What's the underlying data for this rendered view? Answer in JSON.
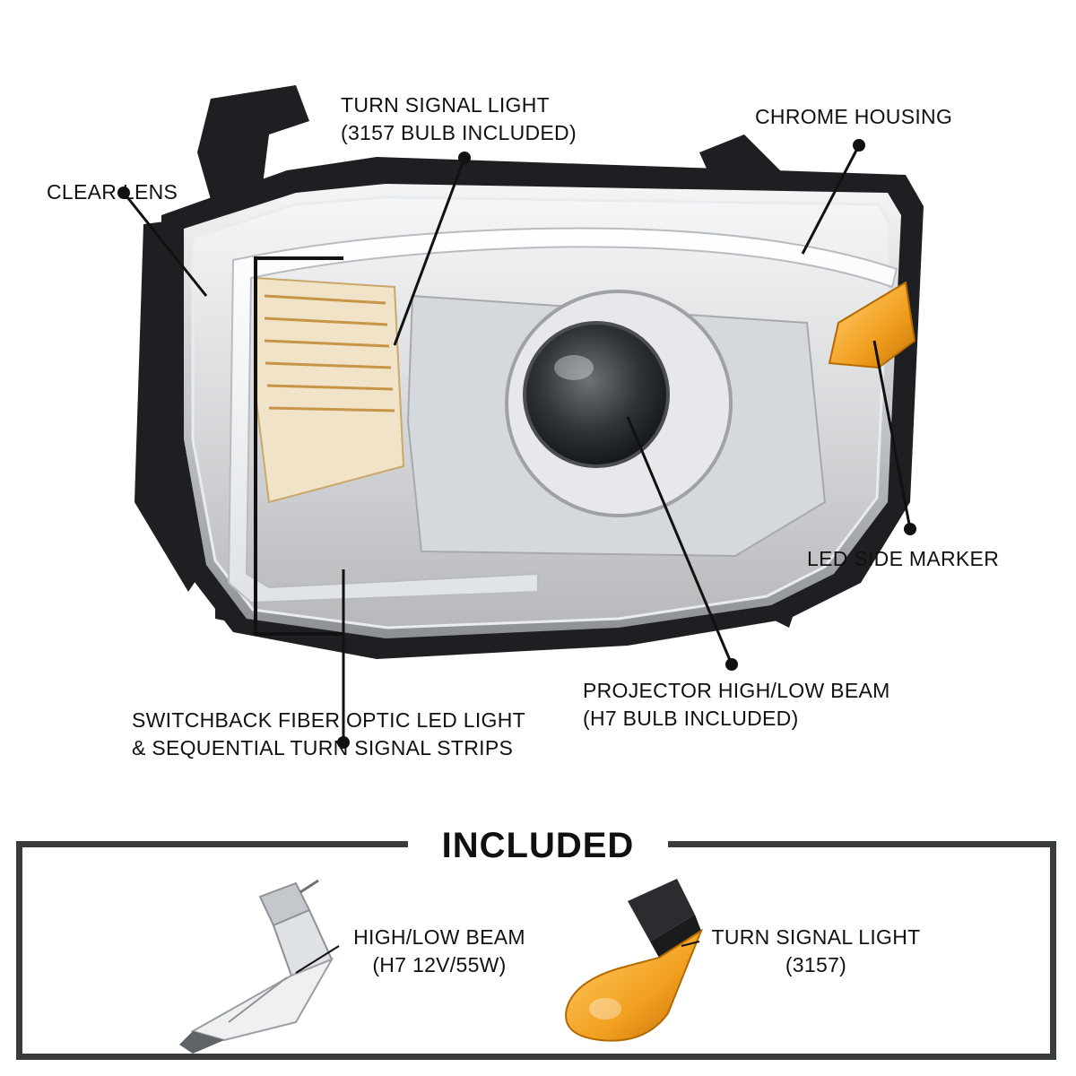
{
  "callouts": {
    "turn_signal": [
      "TURN SIGNAL LIGHT",
      "(3157 BULB INCLUDED)"
    ],
    "chrome_housing": [
      "CHROME HOUSING"
    ],
    "clear_lens": [
      "CLEAR LENS"
    ],
    "led_side_marker": [
      "LED SIDE MARKER"
    ],
    "projector": [
      "PROJECTOR HIGH/LOW BEAM",
      "(H7 BULB INCLUDED)"
    ],
    "switchback": [
      "SWITCHBACK FIBER OPTIC LED LIGHT",
      "& SEQUENTIAL TURN SIGNAL STRIPS"
    ]
  },
  "included": {
    "title": "INCLUDED",
    "items": [
      {
        "icon": "h7-halogen-bulb-icon",
        "lines": [
          "HIGH/LOW BEAM",
          "(H7 12V/55W)"
        ]
      },
      {
        "icon": "3157-amber-bulb-icon",
        "lines": [
          "TURN SIGNAL LIGHT",
          "(3157)"
        ]
      }
    ]
  },
  "colors": {
    "frame": "#3a3d40",
    "amber": "#f2a020",
    "chrome": "#c9ccd0",
    "housing": "#1d1f22"
  }
}
